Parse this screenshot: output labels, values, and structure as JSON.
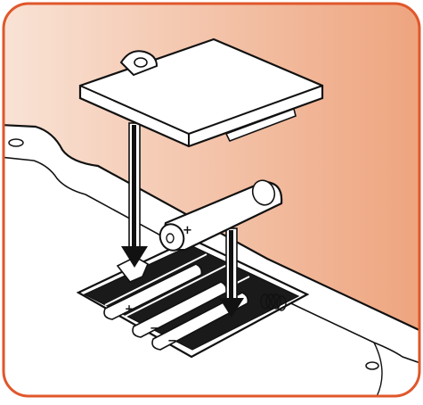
{
  "illustration": {
    "frame_border_color": "#e0572b",
    "gradient_start_color": "#f9e3d6",
    "gradient_end_color": "#eea47e",
    "line_color": "#111111",
    "fill_white": "#ffffff",
    "steps": [
      {
        "id": "insert-batteries",
        "arrow": "down"
      },
      {
        "id": "attach-cover",
        "arrow": "down"
      }
    ],
    "batteries": [
      {
        "id": "battery-loose",
        "terminal_label": "+"
      },
      {
        "id": "battery-slot-1",
        "terminal_label": "+"
      },
      {
        "id": "battery-slot-2",
        "terminal_label": "−"
      },
      {
        "id": "battery-slot-3",
        "terminal_label": "−"
      }
    ]
  }
}
